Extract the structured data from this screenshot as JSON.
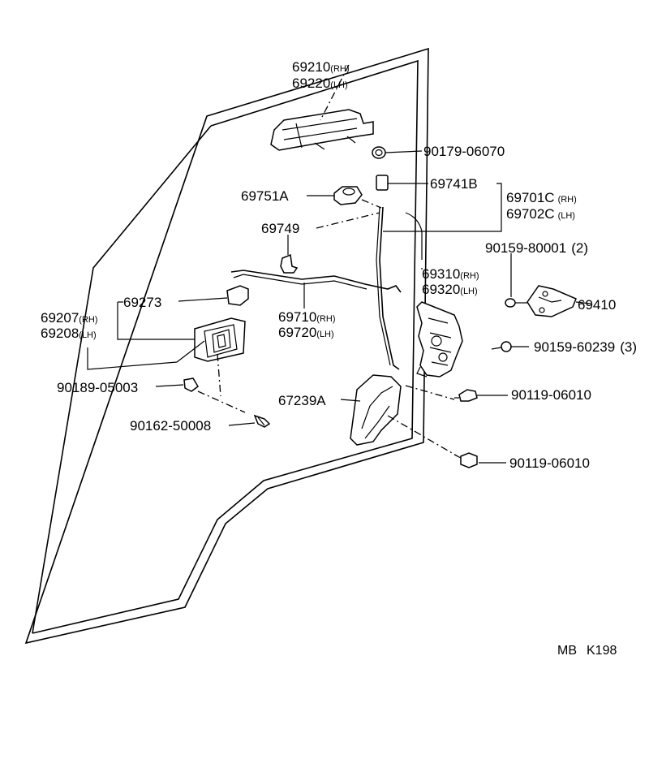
{
  "parts": {
    "p69210": {
      "num": "69210",
      "sfx": "(RH)"
    },
    "p69220": {
      "num": "69220",
      "sfx": "(LH)"
    },
    "p90179": {
      "num": "90179-06070"
    },
    "p69741B": {
      "num": "69741B"
    },
    "p69701C": {
      "num": "69701C",
      "sfx": "(RH)"
    },
    "p69702C": {
      "num": "69702C",
      "sfx": "(LH)"
    },
    "p69751A": {
      "num": "69751A"
    },
    "p69749": {
      "num": "69749"
    },
    "p90159a": {
      "num": "90159-80001",
      "qty": "(2)"
    },
    "p69310": {
      "num": "69310",
      "sfx": "(RH)"
    },
    "p69320": {
      "num": "69320",
      "sfx": "(LH)"
    },
    "p69273": {
      "num": "69273"
    },
    "p69410": {
      "num": "69410"
    },
    "p69207": {
      "num": "69207",
      "sfx": "(RH)"
    },
    "p69208": {
      "num": "69208",
      "sfx": "(LH)"
    },
    "p69710": {
      "num": "69710",
      "sfx": "(RH)"
    },
    "p69720": {
      "num": "69720",
      "sfx": "(LH)"
    },
    "p90159b": {
      "num": "90159-60239",
      "qty": "(3)"
    },
    "p90189": {
      "num": "90189-05003"
    },
    "p67239A": {
      "num": "67239A"
    },
    "p90119a": {
      "num": "90119-06010"
    },
    "p90162": {
      "num": "90162-50008"
    },
    "p90119b": {
      "num": "90119-06010"
    }
  },
  "figure_code": {
    "prefix": "MB",
    "code": "K198"
  }
}
